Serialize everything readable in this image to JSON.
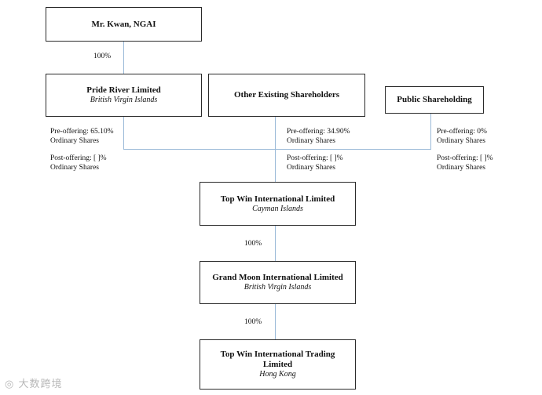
{
  "entities": {
    "kwan": {
      "name": "Mr. Kwan, NGAI"
    },
    "pride_river": {
      "name": "Pride River Limited",
      "jurisdiction": "British Virgin Islands"
    },
    "other_existing": {
      "name": "Other Existing Shareholders"
    },
    "public": {
      "name": "Public Shareholding"
    },
    "top_win": {
      "name": "Top Win International Limited",
      "jurisdiction": "Cayman Islands"
    },
    "grand_moon": {
      "name": "Grand Moon International Limited",
      "jurisdiction": "British Virgin Islands"
    },
    "top_win_trading": {
      "name": "Top Win International Trading Limited",
      "jurisdiction": "Hong Kong"
    }
  },
  "ownership": {
    "kwan_to_pride": "100%",
    "top_win_to_grand_moon": "100%",
    "grand_moon_to_trading": "100%"
  },
  "shareholdings": {
    "pride_river": {
      "pre": "Pre-offering: 65.10%",
      "pre_type": "Ordinary Shares",
      "post": "Post-offering: [      ]%",
      "post_type": "Ordinary Shares"
    },
    "other_existing": {
      "pre": "Pre-offering: 34.90%",
      "pre_type": "Ordinary Shares",
      "post": "Post-offering: [      ]%",
      "post_type": "Ordinary Shares"
    },
    "public": {
      "pre": "Pre-offering: 0%",
      "pre_type": "Ordinary Shares",
      "post": "Post-offering: [      ]%",
      "post_type": "Ordinary Shares"
    }
  },
  "watermark": "大数跨境"
}
